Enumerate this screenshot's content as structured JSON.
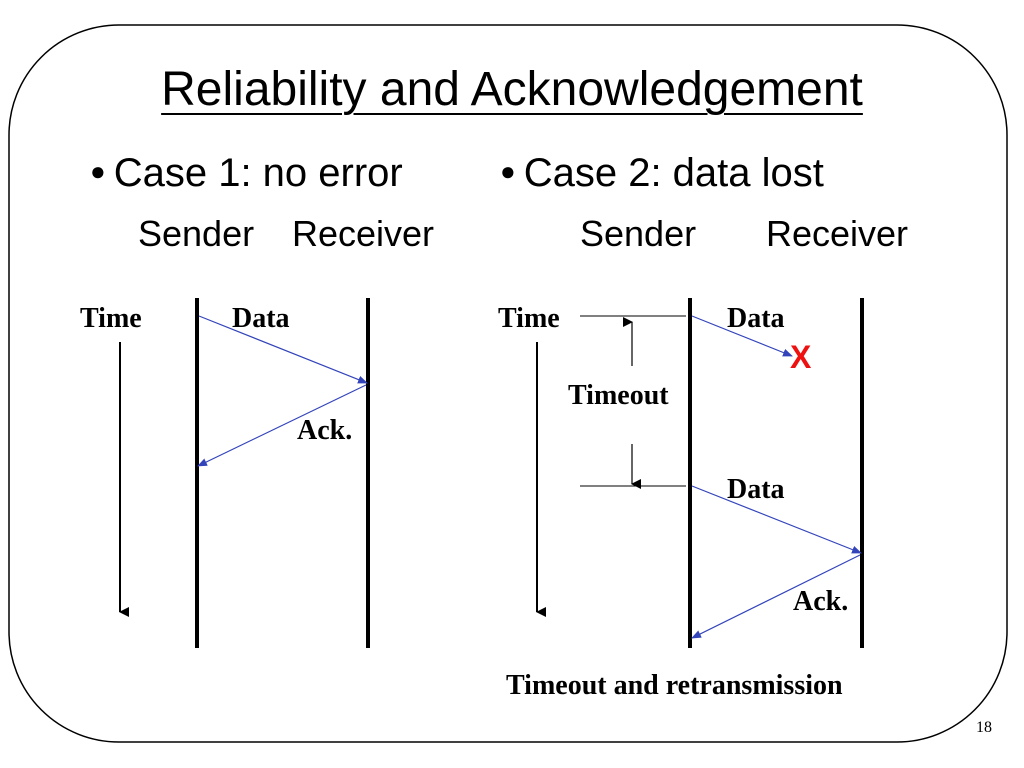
{
  "title": "Reliability and Acknowledgement",
  "case1": {
    "heading": "Case 1: no error",
    "sender_label": "Sender",
    "receiver_label": "Receiver",
    "time_label": "Time",
    "data_label": "Data",
    "ack_label": "Ack."
  },
  "case2": {
    "heading": "Case 2: data lost",
    "sender_label": "Sender",
    "receiver_label": "Receiver",
    "time_label": "Time",
    "data_label_1": "Data",
    "lost_marker": "X",
    "timeout_label": "Timeout",
    "data_label_2": "Data",
    "ack_label": "Ack.",
    "caption": "Timeout and retransmission"
  },
  "page_number": "18",
  "colors": {
    "arrow": "#3344bb",
    "lost_marker": "#ee1111",
    "line": "#000000",
    "border": "#000000"
  }
}
